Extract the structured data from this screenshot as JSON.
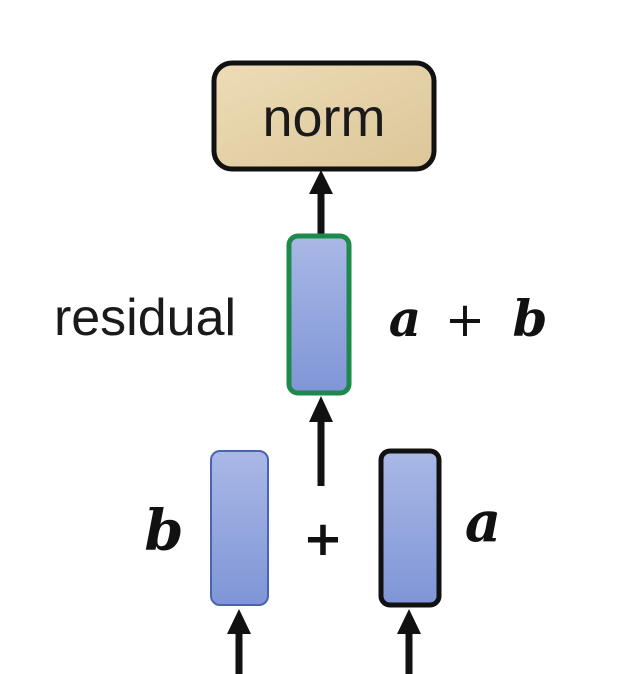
{
  "diagram": {
    "norm_label": "norm",
    "residual_label": "residual",
    "sum_label_a": "a",
    "sum_label_plus": "+",
    "sum_label_b": "b",
    "input_b_label": "b",
    "input_a_label": "a",
    "plus_label": "+"
  },
  "colors": {
    "norm_fill": "#e8d6ae",
    "vector_fill_top": "#a9b8e6",
    "vector_fill_bottom": "#7f95d6",
    "residual_border": "#1e8a4a",
    "input_a_border": "#111111",
    "input_b_border": "#4a64b0",
    "arrow": "#111111"
  }
}
